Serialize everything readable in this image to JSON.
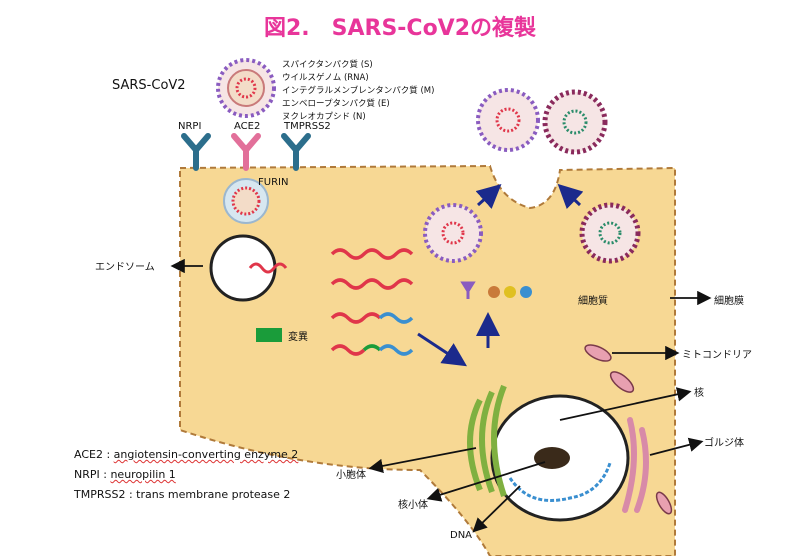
{
  "title": "図2.　SARS-CoV2の複製",
  "virus_label": "SARS-CoV2",
  "components": [
    "スパイクタンパク質 (S)",
    "ウイルスゲノム (RNA)",
    "インテグラルメンブレンタンパク質 (M)",
    "エンベロープタンパク質 (E)",
    "ヌクレオカプシド (N)"
  ],
  "receptors": {
    "nrpi": "NRPI",
    "ace2": "ACE2",
    "tmprss2": "TMPRSS2",
    "furin": "FURIN"
  },
  "labels": {
    "endosome": "エンドソーム",
    "mutation": "変異",
    "cytoplasm": "細胞質",
    "cell_membrane": "細胞膜",
    "mitochondria": "ミトコンドリア",
    "nucleus": "核",
    "golgi": "ゴルジ体",
    "er": "小胞体",
    "nucleolus": "核小体",
    "dna": "DNA"
  },
  "legend": [
    {
      "abbr": "ACE2 : ",
      "full": "angiotensin-converting enzyme 2"
    },
    {
      "abbr": "NRPI : ",
      "full": "neuropilin 1"
    },
    {
      "abbr": "TMPRSS2 : ",
      "full": "trans membrane protease 2"
    }
  ],
  "colors": {
    "title": "#e8359a",
    "cell_fill": "#f7d894",
    "membrane": "#b07a3a",
    "spike": "#8a5cc0",
    "rna": "#e0364a",
    "nucleocapsid": "#2a8c6a",
    "mutation": "#1a9c3a",
    "arrow": "#1b2a8c",
    "receptor": "#2c6e8c",
    "ace2": "#e2709a"
  }
}
